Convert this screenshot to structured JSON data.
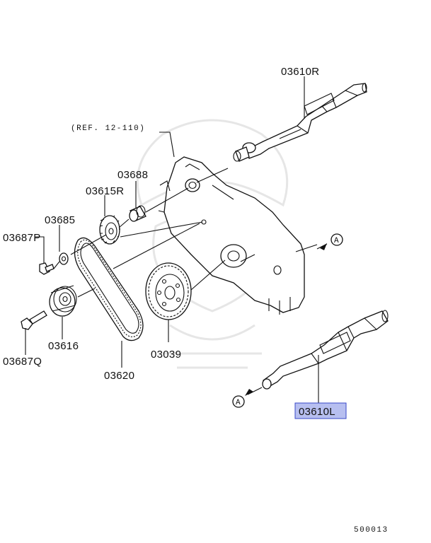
{
  "ref_label": "(REF. 12-110)",
  "parts": {
    "p03610R": "03610R",
    "p03688": "03688",
    "p03615R": "03615R",
    "p03685": "03685",
    "p03687P": "03687P",
    "p03616": "03616",
    "p03687Q": "03687Q",
    "p03620": "03620",
    "p03039": "03039",
    "p03610L": "03610L"
  },
  "connector_mark": "A",
  "highlight_color": "#b7bff0",
  "diagram_number": "500013"
}
